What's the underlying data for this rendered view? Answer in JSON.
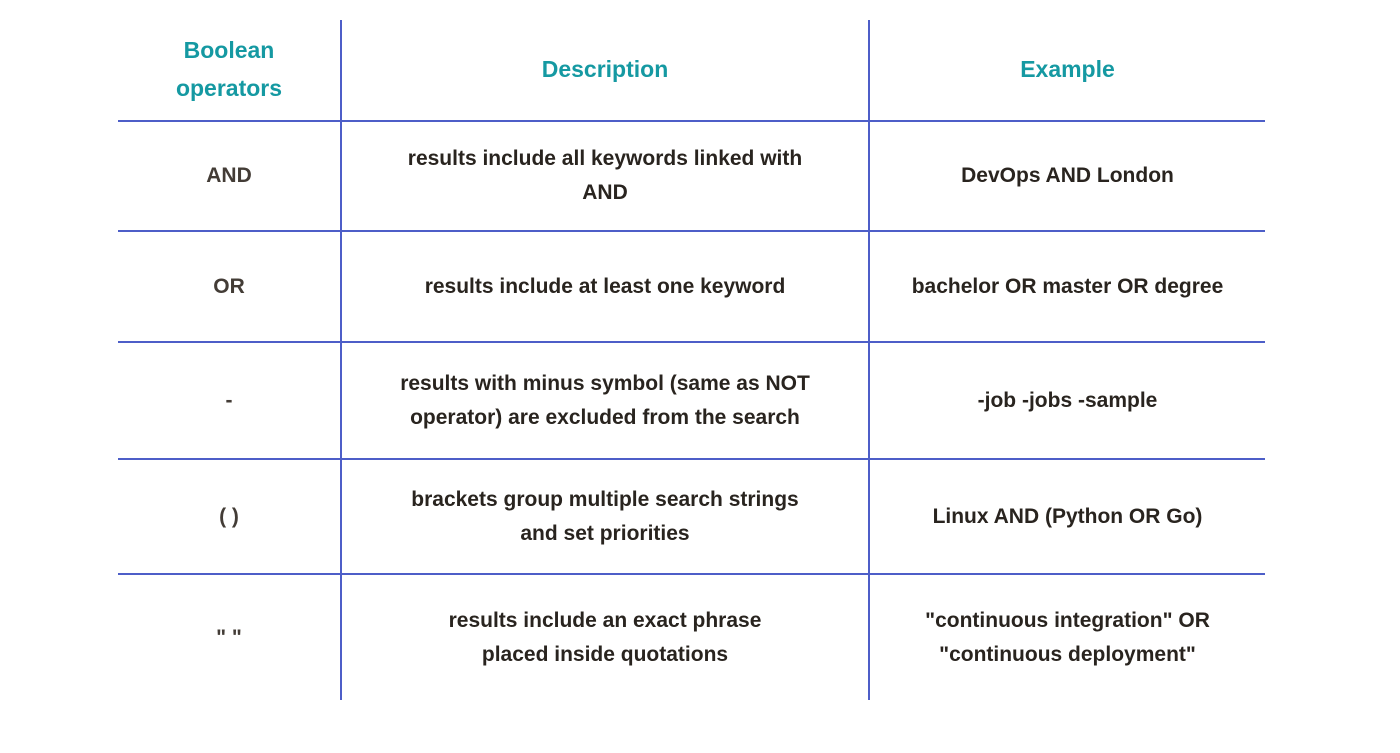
{
  "table": {
    "title": "Boolean search operators table",
    "colors": {
      "header_text": "#1599a2",
      "grid_line": "#4d5ec8",
      "operator_text": "#433c36",
      "body_text": "#29241f",
      "background": "#ffffff"
    },
    "headers": [
      {
        "label": "Boolean\noperators"
      },
      {
        "label": "Description"
      },
      {
        "label": "Example"
      }
    ],
    "rows": [
      {
        "operator": "AND",
        "description": "results include all keywords linked with\nAND",
        "example": "DevOps AND London"
      },
      {
        "operator": "OR",
        "description": "results include at least one keyword",
        "example": "bachelor OR master OR degree"
      },
      {
        "operator": "-",
        "description": "results with minus symbol (same as NOT\noperator) are excluded from the search",
        "example": "-job -jobs -sample"
      },
      {
        "operator": "( )",
        "description": "brackets group multiple search strings\nand set priorities",
        "example": "Linux AND (Python OR Go)"
      },
      {
        "operator": "\" \"",
        "description": "results include an exact phrase\nplaced inside quotations",
        "example": "\"continuous integration\" OR\n\"continuous deployment\""
      }
    ]
  }
}
